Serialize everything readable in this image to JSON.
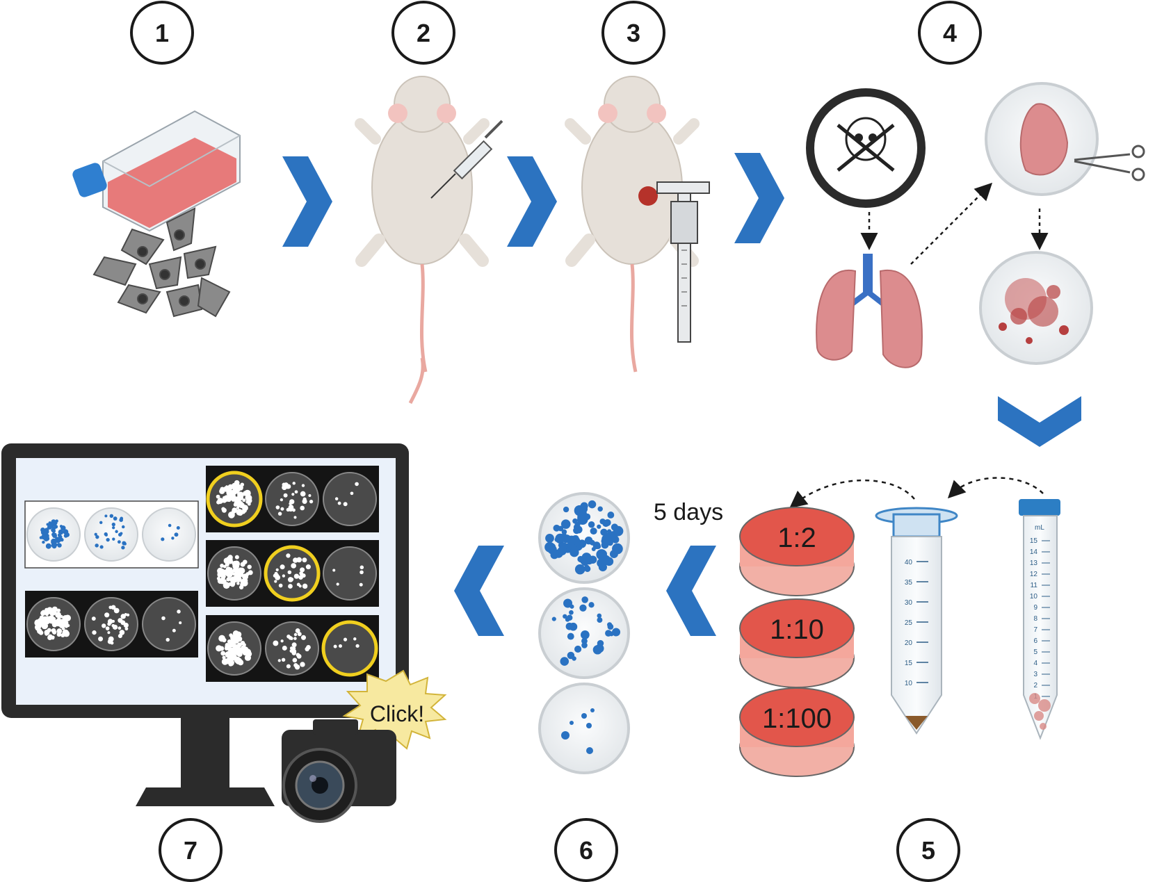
{
  "steps": {
    "s1": "1",
    "s2": "2",
    "s3": "3",
    "s4": "4",
    "s5": "5",
    "s6": "6",
    "s7": "7"
  },
  "dilutions": [
    "1:2",
    "1:10",
    "1:100"
  ],
  "incubation_label": "5 days",
  "camera_label": "Click!",
  "falcon_50_ticks": [
    "40",
    "35",
    "30",
    "25",
    "20",
    "15",
    "10"
  ],
  "falcon_15_unit": "mL",
  "falcon_15_ticks": [
    "15",
    "14",
    "13",
    "12",
    "11",
    "10",
    "9",
    "8",
    "7",
    "6",
    "5",
    "4",
    "3",
    "2",
    "1"
  ],
  "colors": {
    "arrow": "#2c73c0",
    "colony_blue": "#2a72c2",
    "media_red": "#e2564b",
    "highlight_ring": "#f0cf1f",
    "screen_dark": "#2b2b2b"
  }
}
